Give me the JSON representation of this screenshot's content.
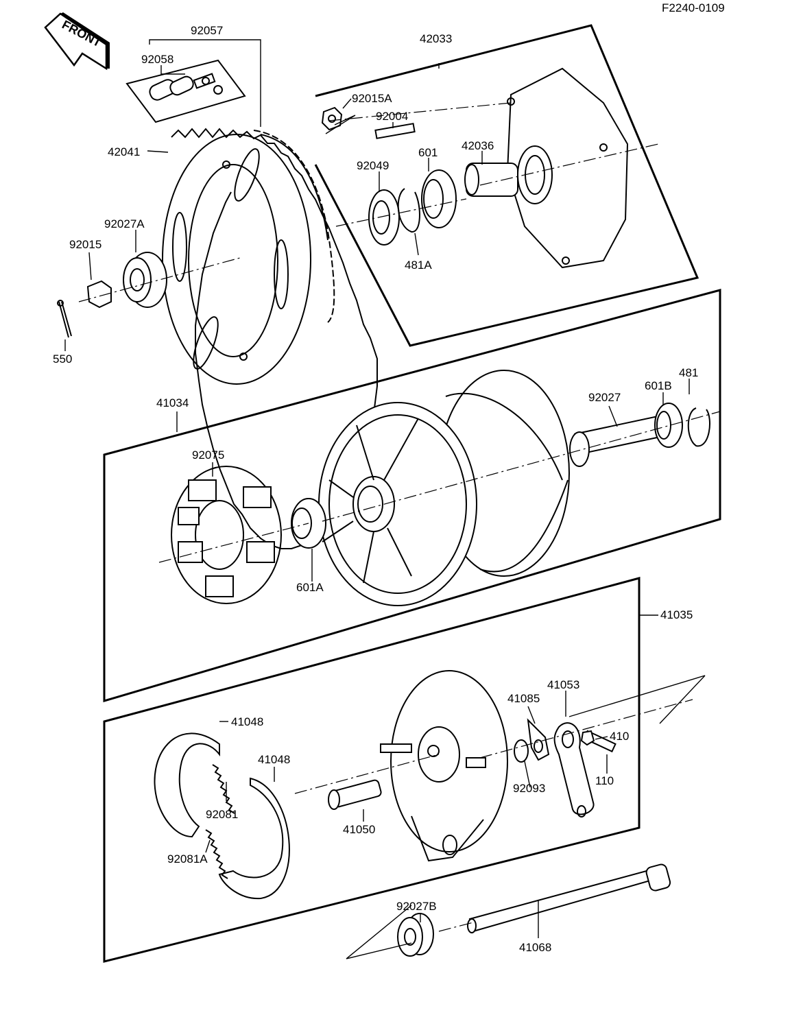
{
  "diagram_code": "F2240-0109",
  "front_arrow": {
    "label": "FRONT",
    "icon": "front-arrow-icon"
  },
  "labels": {
    "l92057": "92057",
    "l92058": "92058",
    "l42033": "42033",
    "l92015A": "92015A",
    "l92004": "92004",
    "l42041": "42041",
    "l92049": "92049",
    "l601": "601",
    "l42036": "42036",
    "l92027A": "92027A",
    "l92015": "92015",
    "l481A": "481A",
    "l550": "550",
    "l41034": "41034",
    "l92027": "92027",
    "l601B": "601B",
    "l481": "481",
    "l92075": "92075",
    "l601A": "601A",
    "l41035": "41035",
    "l41053": "41053",
    "l41085": "41085",
    "l41048a": "41048",
    "l41048b": "41048",
    "l410": "410",
    "l110": "110",
    "l92093": "92093",
    "l92081": "92081",
    "l41050": "41050",
    "l92081A": "92081A",
    "l92027B": "92027B",
    "l41068": "41068"
  }
}
